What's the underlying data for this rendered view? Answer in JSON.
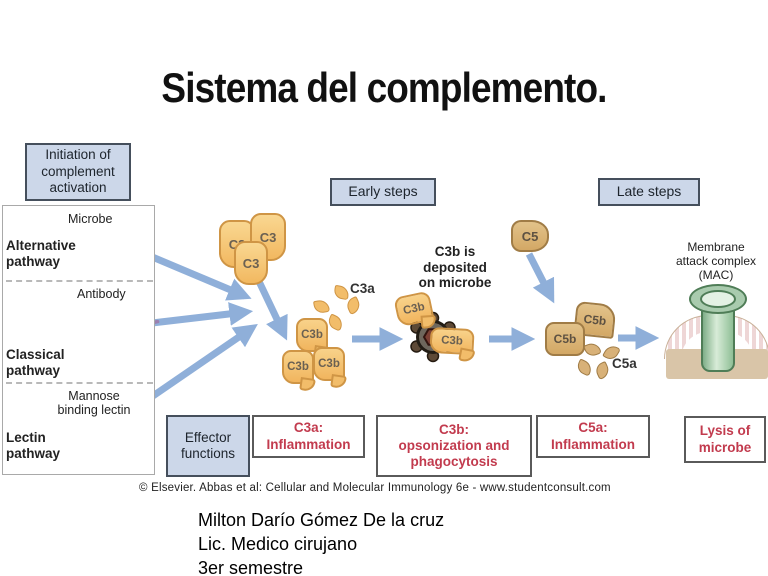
{
  "slide": {
    "title": "Sistema del complemento.",
    "credit": "© Elsevier. Abbas et al: Cellular and Molecular Immunology 6e - www.studentconsult.com",
    "footer": {
      "lines": [
        "Milton Darío Gómez De la cruz",
        "Lic. Medico cirujano",
        "3er semestre"
      ]
    }
  },
  "diagram": {
    "stage_labels": {
      "initiation": "Initiation of\ncomplement\nactivation",
      "early_steps": "Early steps",
      "late_steps": "Late steps",
      "effector_functions": "Effector\nfunctions"
    },
    "pathways": {
      "microbe": "Microbe",
      "alternative": "Alternative\npathway",
      "antibody": "Antibody",
      "classical": "Classical\npathway",
      "mannose": "Mannose\nbinding lectin",
      "lectin": "Lectin\npathway"
    },
    "molecules": {
      "c3": "C3",
      "c3a": "C3a",
      "c3b": "C3b",
      "c5": "C5",
      "c5b": "C5b",
      "c5a": "C5a"
    },
    "annotations": {
      "c3b_deposited": "C3b is\ndeposited\non microbe",
      "mac": "Membrane\nattack complex\n(MAC)"
    },
    "effector_boxes": [
      {
        "id": "c3a",
        "label": "C3a:\nInflammation"
      },
      {
        "id": "c3b",
        "label": "C3b:\nopsonization and\nphagocytosis"
      },
      {
        "id": "c5a",
        "label": "C5a:\nInflammation"
      },
      {
        "id": "lysis",
        "label": "Lysis of\nmicrobe"
      }
    ],
    "colors": {
      "stage_box_fill": "#ccd7e9",
      "stage_box_border": "#454f5c",
      "effector_text": "#c23b4e",
      "arrow": "#8fafd9",
      "c3_fill": "#f6c87d",
      "c5_fill": "#dcb97f",
      "mac_green": "#a9cbae"
    }
  }
}
